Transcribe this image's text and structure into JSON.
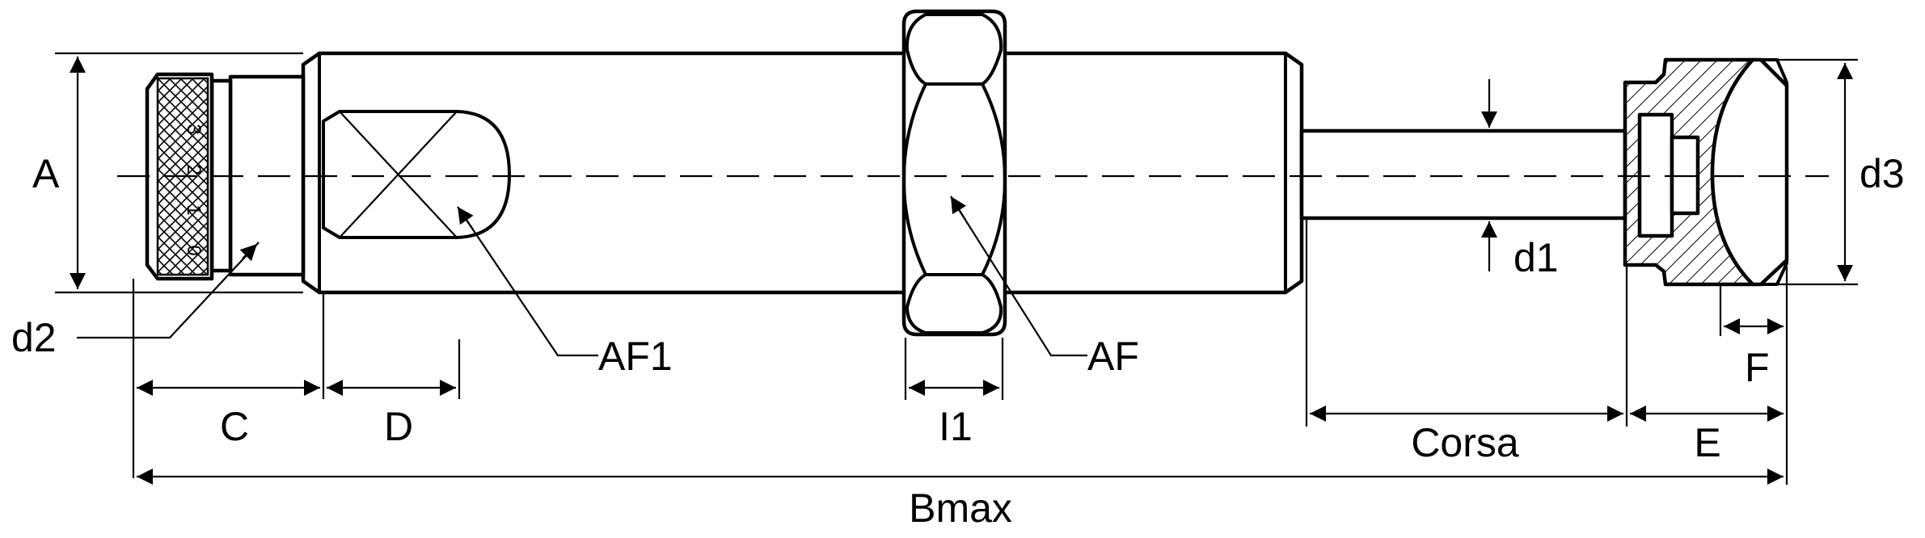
{
  "labels": {
    "A": "A",
    "d2": "d2",
    "C": "C",
    "D": "D",
    "AF1": "AF1",
    "AF": "AF",
    "l1": "I1",
    "d1": "d1",
    "d3": "d3",
    "F": "F",
    "Corsa": "Corsa",
    "E": "E",
    "Bmax": "Bmax"
  },
  "scale_marks": [
    "3",
    "2",
    "1",
    "0"
  ]
}
